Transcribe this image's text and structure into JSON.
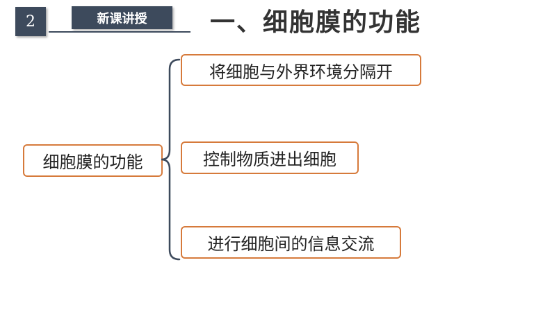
{
  "header": {
    "page_number": "2",
    "section_tag": "新课讲授"
  },
  "slide": {
    "title": "一、细胞膜的功能"
  },
  "mindmap": {
    "root": "细胞膜的功能",
    "children": [
      {
        "label": "将细胞与外界环境分隔开"
      },
      {
        "label": "控制物质进出细胞"
      },
      {
        "label": "进行细胞间的信息交流"
      }
    ]
  },
  "colors": {
    "header_bg": "#3d4a5c",
    "node_border": "#d67a3b",
    "brace": "#3d4a5c"
  }
}
